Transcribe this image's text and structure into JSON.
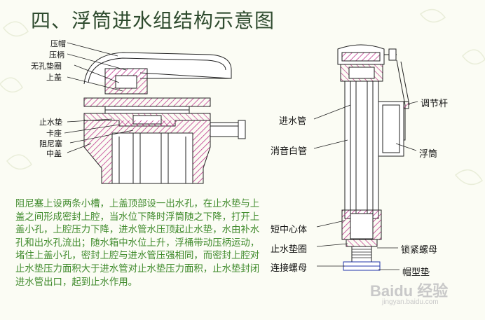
{
  "title": "四、浮筒进水组结构示意图",
  "left_labels": {
    "cap": "压帽",
    "handle": "压柄",
    "washer": "无孔垫圈",
    "upper_cover": "上盖",
    "stop_pad": "止水垫",
    "clamp_seat": "卡座",
    "damper_plug": "阻尼塞",
    "middle_cover": "中盖"
  },
  "right_labels": {
    "inlet_pipe": "进水管",
    "silencer_pipe": "消音白管",
    "adjust_rod": "调节杆",
    "float": "浮筒",
    "short_body": "短中心体",
    "stop_washer": "止水垫圈",
    "lock_nut": "锁紧螺母",
    "connect_nut": "连接螺母",
    "cap_pad": "帽型垫"
  },
  "description": "阻尼塞上设两条小槽，上盖顶部设一出水孔，在止水垫与上盖之间形成密封上腔，当水位下降时浮筒随之下降，打开上盖小孔，上腔压力下降，进水管水压顶起止水垫，水由补水孔和出水孔流出；随水箱中水位上升，浮桶带动压柄运动，堵住上盖小孔，密封上腔与进水管压强相同，而密封上腔对止水垫压力面积大于进水管对止水垫压力面积，止水垫封闭进水管出口，起到止水作用。",
  "watermark": "Baidu 经验",
  "watermark_sub": "jingyan.baidu.com",
  "colors": {
    "title": "#2d4a2d",
    "description": "#3f8a2b",
    "hatch": "#c0388f",
    "line": "#222222"
  }
}
